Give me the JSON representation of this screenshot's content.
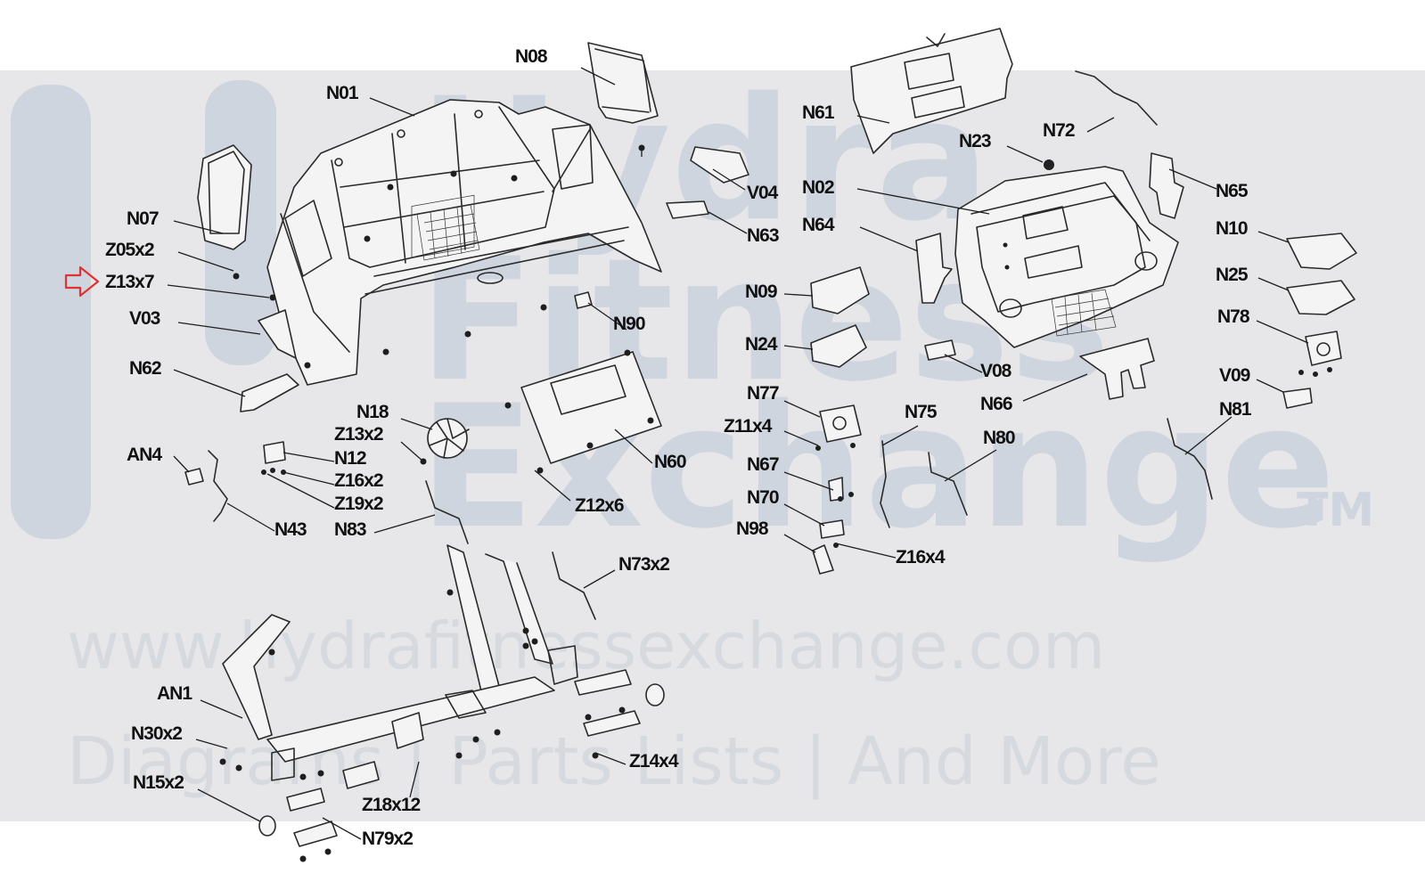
{
  "watermark": {
    "line1": "Hydra",
    "line2": "Fitness",
    "line3": "Exchange",
    "tm": "TM",
    "url": "www.hydrafitnessexchange.com",
    "tagline": "Diagrams | Parts Lists | And More"
  },
  "labels": {
    "N08": "N08",
    "N01": "N01",
    "N61": "N61",
    "N72": "N72",
    "N23": "N23",
    "N07": "N07",
    "Z05x2": "Z05x2",
    "Z13x7": "Z13x7",
    "V03": "V03",
    "N62": "N62",
    "V04": "V04",
    "N63": "N63",
    "N02": "N02",
    "N64": "N64",
    "N65": "N65",
    "N10": "N10",
    "N25": "N25",
    "N78": "N78",
    "V09": "V09",
    "N81": "N81",
    "N09": "N09",
    "N24": "N24",
    "V08": "V08",
    "N66": "N66",
    "N90": "N90",
    "N77": "N77",
    "Z11x4": "Z11x4",
    "N75": "N75",
    "N80": "N80",
    "N67": "N67",
    "N70": "N70",
    "N98": "N98",
    "Z16x4_right": "Z16x4",
    "N18": "N18",
    "Z13x2": "Z13x2",
    "N12": "N12",
    "Z16x2": "Z16x2",
    "Z19x2": "Z19x2",
    "AN4": "AN4",
    "N43": "N43",
    "N83": "N83",
    "N60": "N60",
    "Z12x6": "Z12x6",
    "N73x2": "N73x2",
    "AN1": "AN1",
    "N30x2": "N30x2",
    "N15x2": "N15x2",
    "Z14x4": "Z14x4",
    "Z18x12": "Z18x12",
    "N79x2": "N79x2"
  },
  "colors": {
    "band": "#e7e7e9",
    "watermark": "#cfd5de",
    "ink": "#111111",
    "highlight_arrow": "#d33333"
  }
}
